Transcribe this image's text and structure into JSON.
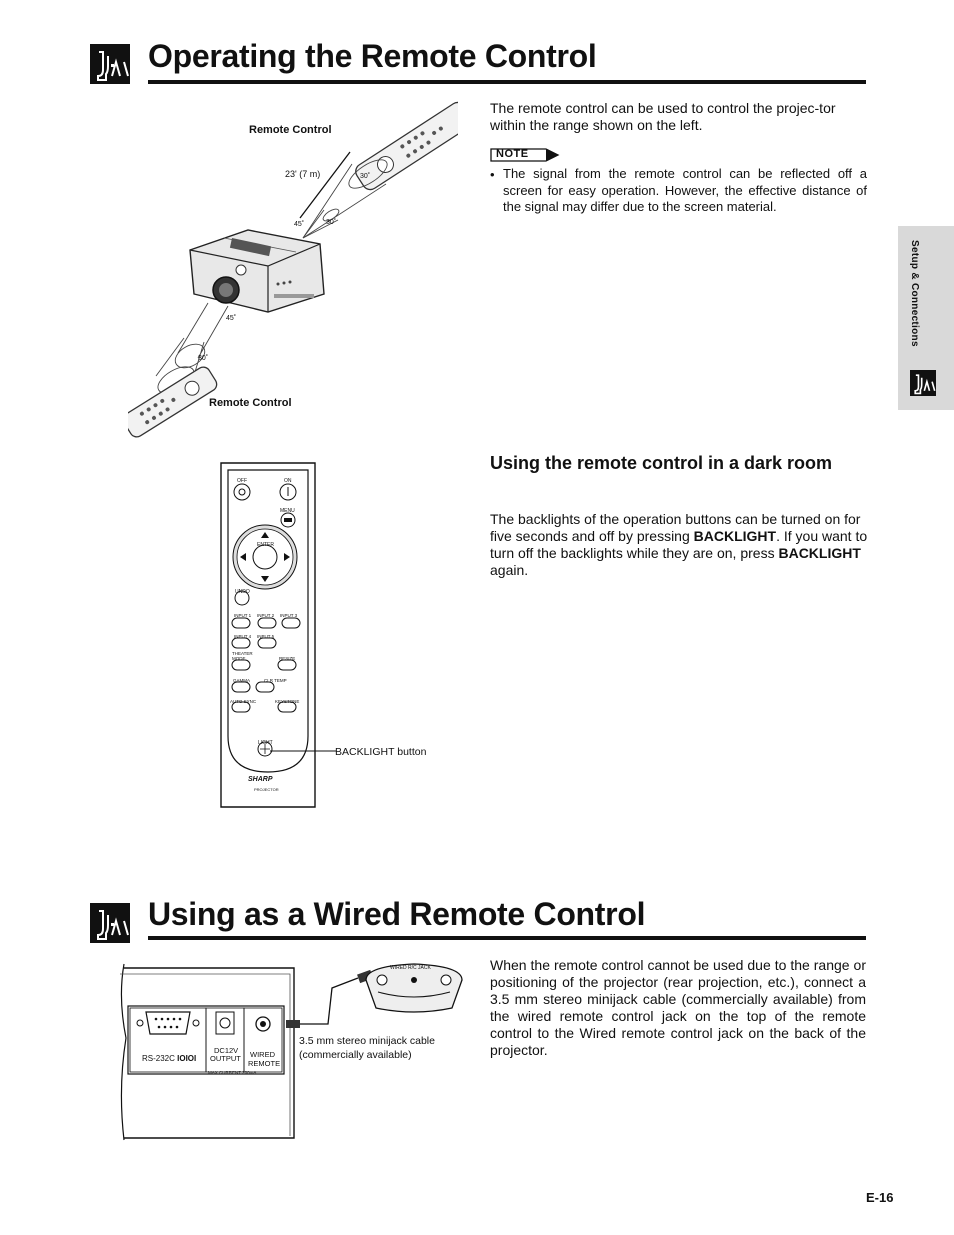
{
  "sections": {
    "operating": {
      "title": "Operating the Remote Control"
    },
    "wired": {
      "title": "Using as a Wired Remote Control"
    }
  },
  "intro": "The remote control can be used to control the projec-tor within the range shown on the left.",
  "note": {
    "badge": "NOTE",
    "bullet": "•",
    "text": "The signal from the remote control can be reflected off a screen for easy operation. However, the effective distance of the signal may differ due to the screen material."
  },
  "range_figure": {
    "label_top": "Remote Control",
    "label_bottom": "Remote Control",
    "distance": "23' (7 m)",
    "angles": [
      "30˚",
      "45˚",
      "30˚",
      "45˚",
      "30˚"
    ]
  },
  "dark_room": {
    "heading": "Using the remote control in a dark room",
    "p1": "The backlights of the operation buttons can be turned on for five seconds and off by pressing ",
    "b1": "BACKLIGHT",
    "p2": ". If you want to turn off the backlights while they are on, press ",
    "b2": "BACKLIGHT",
    "p3": " again."
  },
  "remote": {
    "labels": {
      "off": "OFF",
      "on": "ON",
      "menu": "MENU",
      "enter": "ENTER",
      "undo": "UNDO",
      "input1": "INPUT 1",
      "input2": "INPUT 2",
      "input3": "INPUT 3",
      "input4": "INPUT 4",
      "input5": "INPUT 5",
      "theater": "THEATER MODE",
      "resize": "RESIZE",
      "gamma": "GAMMA",
      "clr_temp": "CLR TEMP",
      "auto_sync": "AUTO SYNC",
      "keystone": "KEYSTONE",
      "light": "LIGHT",
      "brand": "SHARP",
      "model": "PROJECTOR"
    },
    "callout": "BACKLIGHT button"
  },
  "wired_text": "When the remote control cannot be used due to the range or positioning of the projector (rear projection, etc.), connect a 3.5 mm stereo minijack cable (commercially available) from the wired remote control jack on the top of the remote control to the Wired remote control jack on the back of the projector.",
  "panel": {
    "rs232": "RS-232C",
    "rs232_sym": "IOIOI",
    "dc12v": "DC12V",
    "output": "OUTPUT",
    "max_current": "MAX.CURRENT 200mA",
    "wired": "WIRED",
    "remote": "REMOTE",
    "wired_jack": "WIRED R/C JACK",
    "cable": "3.5 mm stereo minijack cable (commercially available)"
  },
  "side_tab": "Setup & Connections",
  "page_number": "E-16"
}
